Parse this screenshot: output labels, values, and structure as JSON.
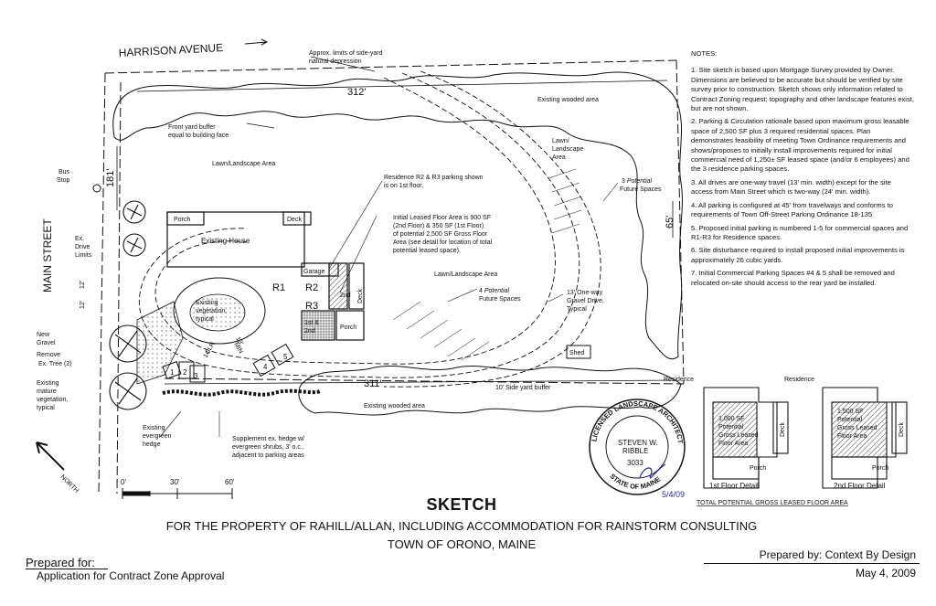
{
  "streets": {
    "harrison": "HARRISON AVENUE",
    "main": "MAIN STREET",
    "north": "NORTH"
  },
  "labels": {
    "side_yard_limits": "Approx. limits of side-yard",
    "natural_depression": "natural depression",
    "dim_312": "312'",
    "dim_311": "311'",
    "dim_181": "181'",
    "dim_65": "65'",
    "dim_12a": "12'",
    "dim_12b": "12'",
    "dim_14": "14'",
    "dim_13": "13'",
    "existing_wooded_top": "Existing wooded area",
    "existing_wooded_bottom": "Existing wooded area",
    "front_yard_buffer_1": "Front yard buffer",
    "front_yard_buffer_2": "equal to building face",
    "lawn_left": "Lawn/Landscape Area",
    "lawn_mid": "Lawn/Landscape Area",
    "lawn_right_1": "Lawn/",
    "lawn_right_2": "Landscape",
    "lawn_right_3": "Area",
    "bus_1": "Bus",
    "bus_2": "Stop",
    "ex_drive_1": "Ex.",
    "ex_drive_2": "Drive",
    "ex_drive_3": "Limits",
    "porch_left": "Porch",
    "deck_top": "Deck",
    "existing_house": "Existing House",
    "garage": "Garage",
    "r1": "R1",
    "r2": "R2",
    "r3": "R3",
    "second": "2nd",
    "deck_side": "Deck",
    "first_second_1": "1st &",
    "first_second_2": "2nd",
    "porch_small": "Porch",
    "residence_note_1": "Residence R2 & R3 parking shown",
    "residence_note_2": "is on 1st floor.",
    "leased_1": "Initial Leased Floor Area is 900 SF",
    "leased_2": "(2nd Floor) & 350 SF (1st Floor)",
    "leased_3": "of potential 2,500 SF Gross Floor",
    "leased_4": "Area (see detail for location of total",
    "leased_5": "potential leased space).",
    "three_potential_1": "3",
    "three_potential_2": "Potential",
    "three_potential_3": "Future Spaces",
    "four_potential_1": "4",
    "four_potential_2": "Potential",
    "four_potential_3": "Future Spaces",
    "oneway_1": "13' One-way",
    "oneway_2": "Gravel Drive,",
    "oneway_3": "Typical",
    "existing_veg_1": "Existing",
    "existing_veg_2": "vegetation,",
    "existing_veg_3": "typical",
    "new_gravel_1": "New",
    "new_gravel_2": "Gravel",
    "remove_tree_1": "Remove",
    "remove_tree_2": "Ex. Tree (2)",
    "mature_1": "Existing",
    "mature_2": "mature",
    "mature_3": "vegetation,",
    "mature_4": "typical",
    "evergreen_1": "Existing",
    "evergreen_2": "evergreen",
    "evergreen_3": "hedge",
    "supplement_1": "Supplement ex. hedge w/",
    "supplement_2": "evergreen shrubs, 3' o.c.,",
    "supplement_3": "adjacent to parking areas",
    "shed": "Shed",
    "side_buffer": "10' Side yard buffer",
    "clr": "CLR",
    "min": "MIN",
    "space_1": "1",
    "space_2": "2",
    "space_3": "3",
    "space_4": "4",
    "space_5": "5",
    "scale_0": "0'",
    "scale_30": "30'",
    "scale_60": "60'"
  },
  "notes": {
    "header": "NOTES:",
    "items": [
      "1. Site sketch is based upon Mortgage Survey provided by Owner. Dimensions are believed to be accurate but should be verified by site survey prior to construction. Sketch shows only information related to Contract Zoning request; topography and other landscape features exist, but are not shown.",
      "2. Parking & Circulation rationale based upon maximum gross leasable space of 2,500 SF plus 3 required residential spaces. Plan demonstrates feasibility of meeting Town Ordinance requirements and shows/proposes to initially install improvements required for initial commercial need of 1,250± SF leased space (and/or 6 employees) and the 3 residence parking spaces.",
      "3. All drives are one-way travel (13' min. width) except for the site access from Main Street which is two-way (24' min. width).",
      "4. All parking is configured at 45' from travelways and conforms to requirements of Town Off-Street Parking Ordinance 18-135",
      "5. Proposed initial parking is numbered 1-5 for commercial spaces and R1-R3 for Residence spaces.",
      "6. Site disturbance required to install proposed initial improvements is approximately 26 cubic yards.",
      "7. Initial Commercial Parking Spaces #4 & 5 shall be removed and relocated on-site should access to the rear yard be installed."
    ]
  },
  "details": {
    "residence_left": "Residence",
    "residence_right": "Residence",
    "left_area_1": "1,000 SF",
    "left_area_2": "Potential",
    "left_area_3": "Gross Leased",
    "left_area_4": "Floor Area",
    "right_area_1": "1,500 SF",
    "right_area_2": "Potential",
    "right_area_3": "Gross Leased",
    "right_area_4": "Floor Area",
    "deck_left": "Deck",
    "deck_right": "Deck",
    "porch_left": "Porch",
    "porch_right": "Porch",
    "caption_left": "1st Floor Detail",
    "caption_right": "2nd Floor Detail",
    "total_caption": "TOTAL POTENTIAL GROSS LEASED FLOOR AREA"
  },
  "seal": {
    "ring_text": "LICENSED LANDSCAPE ARCHITECT",
    "name_1": "STEVEN W.",
    "name_2": "RIBBLE",
    "number": "3033",
    "state": "STATE OF MAINE",
    "date": "5/4/09"
  },
  "title": {
    "main": "SKETCH",
    "sub": "FOR THE PROPERTY OF RAHILL/ALLAN, INCLUDING ACCOMMODATION FOR RAINSTORM CONSULTING",
    "town": "TOWN OF ORONO, MAINE"
  },
  "footer": {
    "prepared_for": "Prepared for:",
    "application": "Application for Contract Zone Approval",
    "prepared_by": "Prepared by: Context By Design",
    "date": "May 4, 2009"
  },
  "colors": {
    "ink": "#111111",
    "paper": "#ffffff"
  }
}
